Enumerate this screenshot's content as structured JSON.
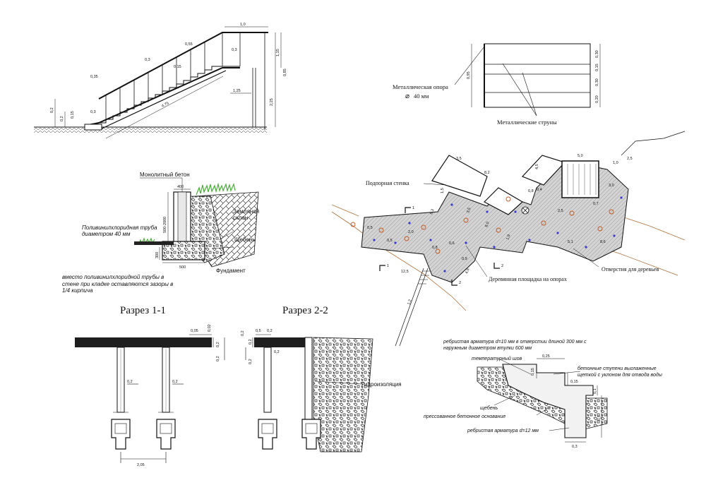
{
  "stair_elevation": {
    "dims": [
      "1,0",
      "1,15",
      "0,55",
      "0,85",
      "0,3",
      "0,15",
      "0,35",
      "0,3",
      "1,25",
      "2,25",
      "4,75",
      "0,15",
      "0,3",
      "0,2",
      "0,2"
    ]
  },
  "railing_detail": {
    "support_label": "Металлическая опора",
    "support_diameter": "40 мм",
    "strings_label": "Металлические струны",
    "dim_total": "0,95",
    "dims_right": [
      "0,30",
      "0,15",
      "0,30",
      "0,20"
    ]
  },
  "retaining_wall": {
    "concrete_label": "Монолитный бетон",
    "soil_label": "Земляной склон",
    "pipe_label": "Поливинилхлоридная труба диаметром 40 мм",
    "gravel_label": "Щебень",
    "foundation_label": "Фундамент",
    "note": "вместо поливинилхлоридной трубы в стене при кладке оставляются зазоры в 1/4 кирпича",
    "dims": [
      "400",
      "500-2000",
      "300",
      "500"
    ]
  },
  "plan": {
    "retaining_label": "Подпорная стенка",
    "deck_label": "Деревянная площадка на опорах",
    "holes_label": "Отверстия для деревьев",
    "dims": [
      "3,5",
      "8,2",
      "4,5",
      "5,0",
      "1,0",
      "2,5",
      "2,5",
      "3,0",
      "0,8",
      "1,5",
      "0,4",
      "6,0",
      "2,0",
      "0,5",
      "0,6",
      "12,5",
      "1,2",
      "0,8",
      "0,9",
      "6,3",
      "0,7",
      "3,5",
      "1,9",
      "4,8",
      "8,6",
      "5,1",
      "0,5"
    ],
    "markers": [
      "1",
      "1",
      "2",
      "2"
    ]
  },
  "section_1": {
    "title": "Разрез 1-1",
    "dims": [
      "0,02",
      "0,05",
      "0,2",
      "0,2",
      "0,2",
      "0,2",
      "2,05"
    ]
  },
  "section_2": {
    "title": "Разрез 2-2",
    "waterproof_label": "Гидроизоляция",
    "dims": [
      "0,2",
      "0,5",
      "0,2",
      "0,2",
      "0,2",
      "0,2"
    ]
  },
  "step_detail": {
    "rebar_top": "ребристая арматура d=10 мм в отверстии длиной 300 мм с наружным диаметром втулки 600 мм",
    "temp_seam": "температурный шов",
    "concrete_steps": "бетонные ступени выглаженные щеткой с уклоном для отвода воды",
    "gravel": "щебень",
    "base": "прессованное бетонное основание",
    "rebar_bottom": "ребристая арматура d=12 мм",
    "dims": [
      "0,25",
      "0,15",
      "0,15",
      "0,1",
      "0,5",
      "0,3"
    ]
  }
}
